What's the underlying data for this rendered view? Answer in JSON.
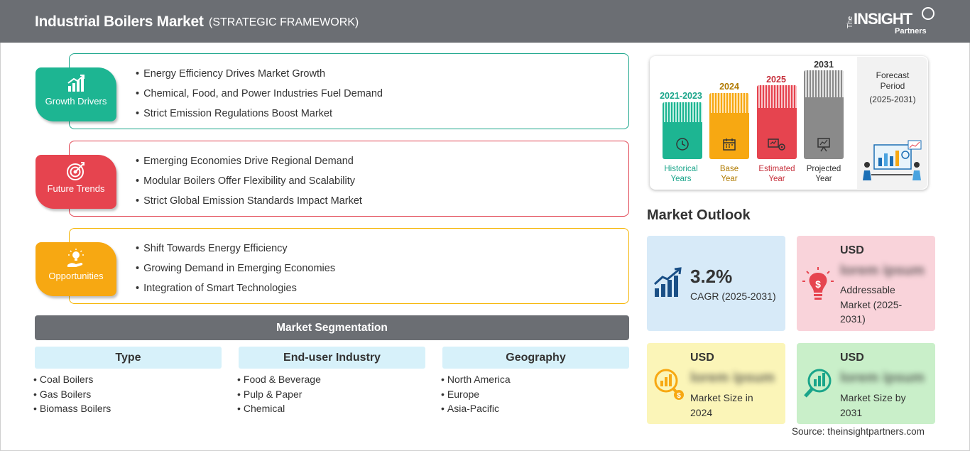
{
  "header": {
    "title": "Industrial Boilers Market",
    "subtitle": "(STRATEGIC FRAMEWORK)",
    "logo": {
      "the": "The",
      "insight": "INSIGHT",
      "partners": "Partners"
    }
  },
  "categories": [
    {
      "label": "Growth Drivers",
      "icon": "chart-growth-icon",
      "color": "#1db592",
      "items": [
        "Energy Efficiency Drives Market Growth",
        "Chemical, Food, and Power Industries Fuel Demand",
        "Strict Emission Regulations Boost Market"
      ]
    },
    {
      "label": "Future Trends",
      "icon": "target-icon",
      "color": "#e6444f",
      "items": [
        "Emerging Economies Drive Regional Demand",
        "Modular Boilers Offer Flexibility and Scalability",
        "Strict Global Emission Standards Impact Market"
      ]
    },
    {
      "label": "Opportunities",
      "icon": "lightbulb-hand-icon",
      "color": "#f7a812",
      "items": [
        "Shift Towards Energy Efficiency",
        "Growing Demand in Emerging Economies",
        "Integration of Smart Technologies"
      ]
    }
  ],
  "segmentation": {
    "title": "Market Segmentation",
    "columns": [
      {
        "header": "Type",
        "items": [
          "Coal Boilers",
          "Gas Boilers",
          "Biomass Boilers"
        ]
      },
      {
        "header": "End-user Industry",
        "items": [
          "Food & Beverage",
          "Pulp & Paper",
          "Chemical"
        ]
      },
      {
        "header": "Geography",
        "items": [
          "North America",
          "Europe",
          "Asia-Pacific"
        ]
      }
    ]
  },
  "timeline": {
    "periods": [
      {
        "year": "2021-2023",
        "label1": "Historical",
        "label2": "Years",
        "color": "#1db592",
        "icon": "history-clock-icon"
      },
      {
        "year": "2024",
        "label1": "Base",
        "label2": "Year",
        "color": "#f7a812",
        "icon": "calendar-icon"
      },
      {
        "year": "2025",
        "label1": "Estimated",
        "label2": "Year",
        "color": "#e6444f",
        "icon": "estimate-gear-icon"
      },
      {
        "year": "2031",
        "label1": "Projected",
        "label2": "Year",
        "color": "#8a8a8a",
        "icon": "projection-board-icon"
      }
    ],
    "forecast_label_1": "Forecast",
    "forecast_label_2": "Period",
    "forecast_years": "(2025-2031)"
  },
  "outlook": {
    "title": "Market Outlook",
    "cagr_value": "3.2%",
    "cagr_label": "CAGR (2025-2031)",
    "addressable": {
      "currency": "USD",
      "value": "lorem ipsum",
      "label1": "Addressable",
      "label2": "Market (2025-",
      "label3": "2031)"
    },
    "size_2024": {
      "currency": "USD",
      "value": "lorem ipsum",
      "label1": "Market Size in",
      "label2": "2024"
    },
    "size_2031": {
      "currency": "USD",
      "value": "lorem ipsum",
      "label1": "Market Size by",
      "label2": "2031"
    }
  },
  "source": "Source: theinsightpartners.com"
}
